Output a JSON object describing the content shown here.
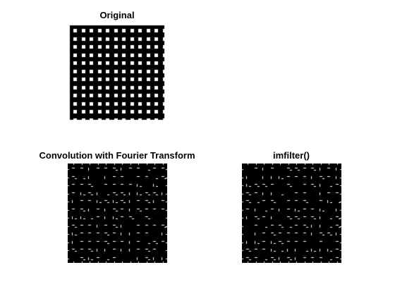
{
  "figure": {
    "background": "#ffffff",
    "panels": [
      {
        "id": "original",
        "title": "Original",
        "type": "grid",
        "fg": "#000000",
        "bg": "#ffffff"
      },
      {
        "id": "fourier",
        "title": "Convolution with Fourier Transform",
        "type": "dashes",
        "fg": "#ffffff",
        "bg": "#000000"
      },
      {
        "id": "imfilter",
        "title": "imfilter()",
        "type": "dashes",
        "fg": "#ffffff",
        "bg": "#000000"
      }
    ]
  }
}
